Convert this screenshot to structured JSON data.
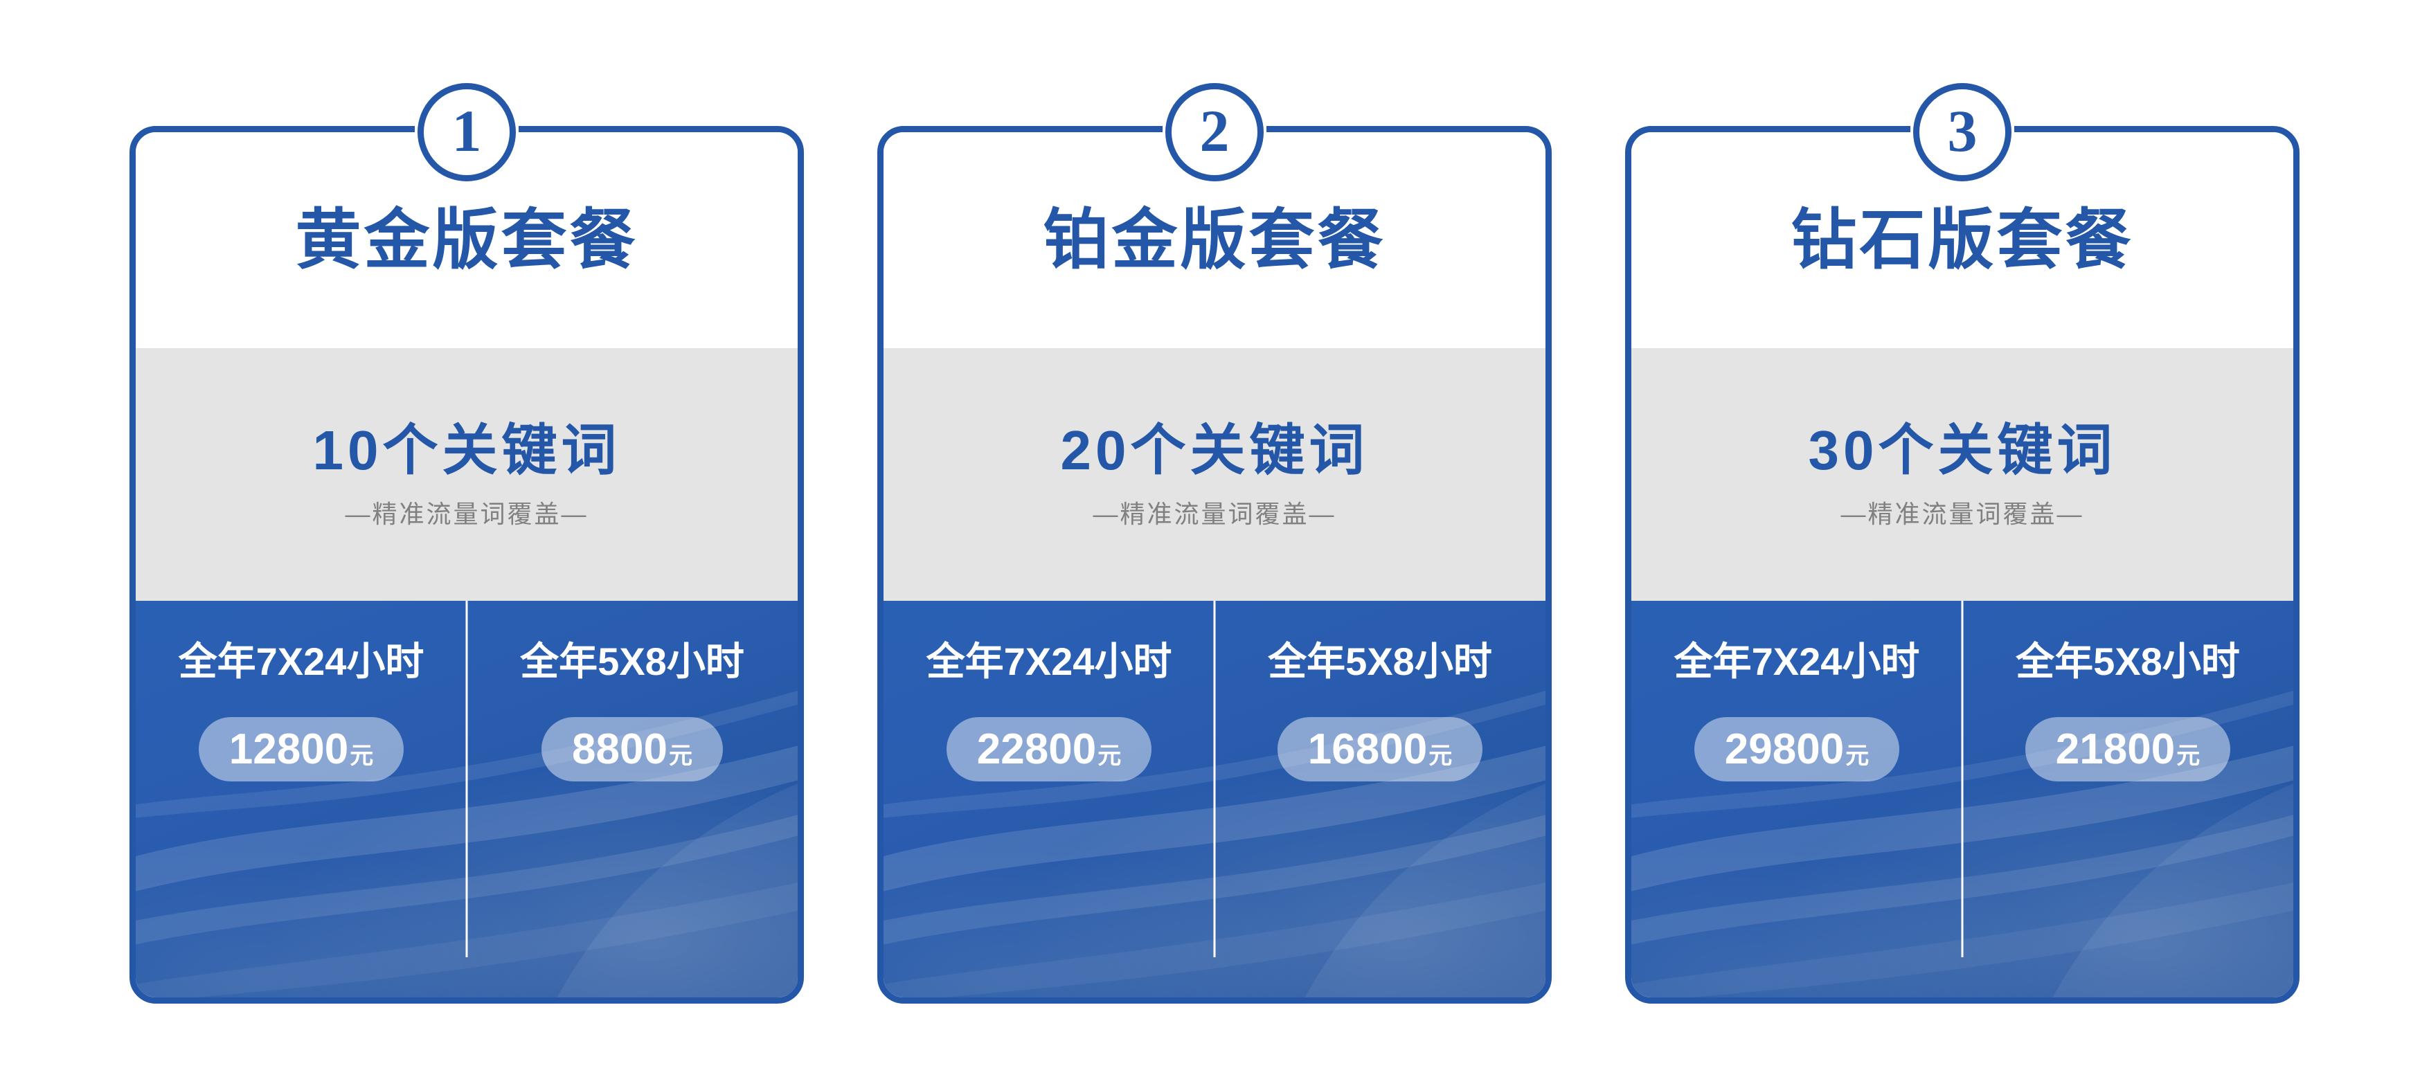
{
  "theme": {
    "brand_blue": "#2457A7",
    "panel_gray": "#E4E4E4",
    "pricing_blue": "#2A5DB0",
    "pill_fill": "rgba(255,255,255,0.45)",
    "subtitle_gray": "#808080",
    "page_background": "#FFFFFF"
  },
  "cards": [
    {
      "badge": "1",
      "title": "黄金版套餐",
      "keyword_count": "10个关键词",
      "keyword_subtitle": "—精准流量词覆盖—",
      "plans": [
        {
          "service_label": "全年7X24小时",
          "price_amount": "12800",
          "price_unit": "元"
        },
        {
          "service_label": "全年5X8小时",
          "price_amount": "8800",
          "price_unit": "元"
        }
      ]
    },
    {
      "badge": "2",
      "title": "铂金版套餐",
      "keyword_count": "20个关键词",
      "keyword_subtitle": "—精准流量词覆盖—",
      "plans": [
        {
          "service_label": "全年7X24小时",
          "price_amount": "22800",
          "price_unit": "元"
        },
        {
          "service_label": "全年5X8小时",
          "price_amount": "16800",
          "price_unit": "元"
        }
      ]
    },
    {
      "badge": "3",
      "title": "钻石版套餐",
      "keyword_count": "30个关键词",
      "keyword_subtitle": "—精准流量词覆盖—",
      "plans": [
        {
          "service_label": "全年7X24小时",
          "price_amount": "29800",
          "price_unit": "元"
        },
        {
          "service_label": "全年5X8小时",
          "price_amount": "21800",
          "price_unit": "元"
        }
      ]
    }
  ]
}
